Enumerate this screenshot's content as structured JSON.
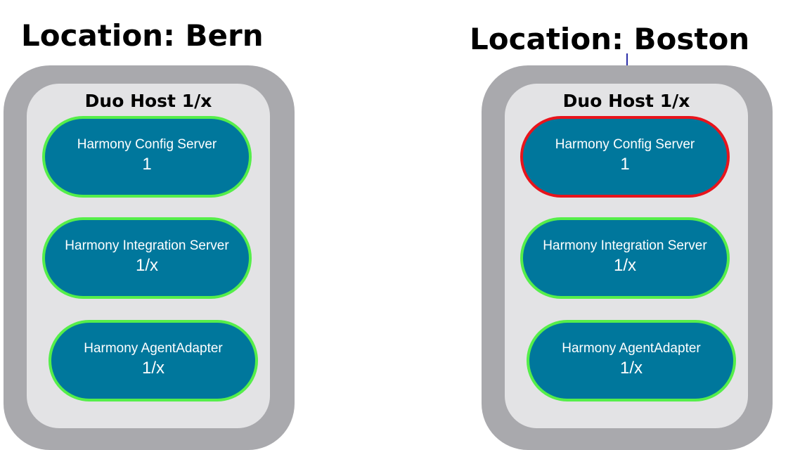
{
  "locations": [
    {
      "title": "Location: Bern",
      "host": {
        "title": "Duo Host 1/x",
        "servers": [
          {
            "name": "Harmony Config Server",
            "count": "1",
            "status": "ok"
          },
          {
            "name": "Harmony Integration Server",
            "count": "1/x",
            "status": "ok"
          },
          {
            "name": "Harmony AgentAdapter",
            "count": "1/x",
            "status": "ok"
          }
        ]
      }
    },
    {
      "title": "Location: Boston",
      "host": {
        "title": "Duo Host 1/x",
        "servers": [
          {
            "name": "Harmony Config Server",
            "count": "1",
            "status": "alert"
          },
          {
            "name": "Harmony Integration Server",
            "count": "1/x",
            "status": "ok"
          },
          {
            "name": "Harmony AgentAdapter",
            "count": "1/x",
            "status": "ok"
          }
        ]
      }
    }
  ],
  "colors": {
    "location_bg": "#a9a9ad",
    "host_bg": "#e3e3e5",
    "server_fill": "#00779c",
    "status_ok_border": "#55ee4a",
    "status_alert_border": "#e8141c",
    "connector": "#2b2ea8"
  }
}
